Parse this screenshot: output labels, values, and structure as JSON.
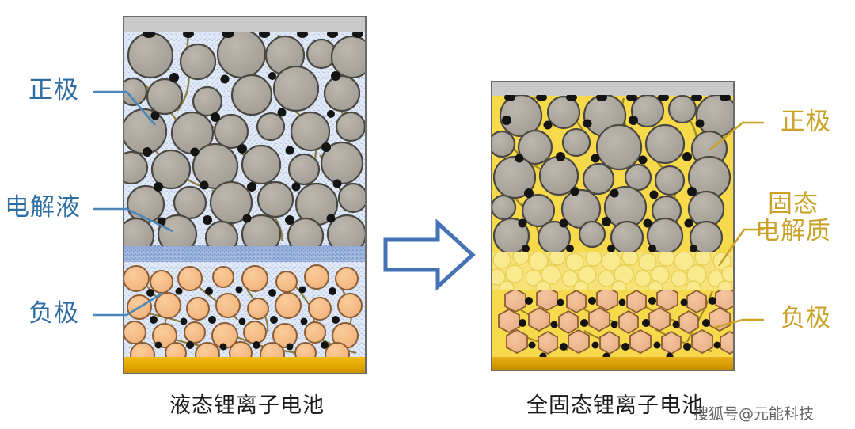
{
  "figure": {
    "left_cell": {
      "caption": "液态锂离子电池",
      "labels": [
        {
          "text": "正极",
          "role": "cathode"
        },
        {
          "text": "电解液",
          "role": "liquid-electrolyte"
        },
        {
          "text": "负极",
          "role": "anode"
        }
      ],
      "label_color": "#2e6da4",
      "layers": {
        "top_current_collector": "#c9c9c9",
        "electrolyte_fill": "#dce6f5",
        "separator_band": "#8aa8d8",
        "bottom_current_collector": "#e0a800",
        "cathode_particle": "#a8a49c",
        "anode_particle": "#f5bd8a",
        "binder": "#8c7b3f",
        "conductive_dot": "#141414"
      }
    },
    "right_cell": {
      "caption": "全固态锂离子电池",
      "labels": [
        {
          "text": "正极",
          "role": "cathode"
        },
        {
          "text": "固态",
          "role": "solid-electrolyte-line1"
        },
        {
          "text": "电解质",
          "role": "solid-electrolyte-line2"
        },
        {
          "text": "负极",
          "role": "anode"
        }
      ],
      "label_color": "#c9a227",
      "layers": {
        "top_current_collector": "#c9c9c9",
        "solid_electrolyte_fill": "#f7d94c",
        "solid_electrolyte_pebbles": "#f7e27a",
        "bottom_current_collector": "#dda700",
        "cathode_particle": "#a8a49c",
        "anode_particle": "#f0b98e",
        "binder": "#a38a22",
        "conductive_dot": "#141414"
      }
    },
    "arrow": {
      "name": "right-arrow",
      "color": "#4472b4"
    },
    "watermark": "搜狐号@元能科技"
  }
}
